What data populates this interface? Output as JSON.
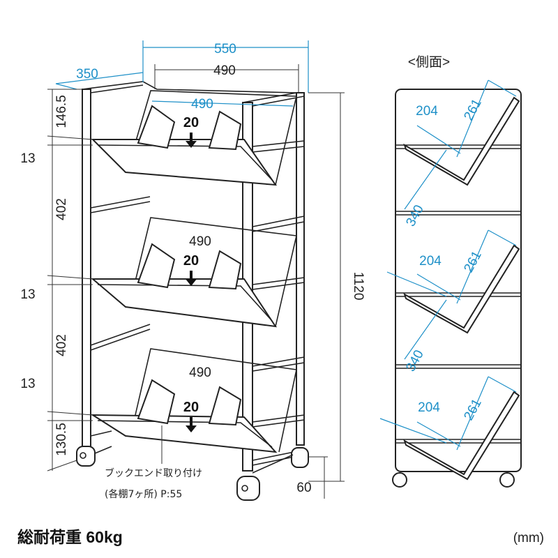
{
  "front_view": {
    "width_total": "550",
    "depth": "350",
    "inner_width_top": "490",
    "inner_width_blue": "490",
    "shelf_inner_width_2": "490",
    "shelf_inner_width_3": "490",
    "height_total": "1120",
    "height_segments": [
      "146.5",
      "13",
      "402",
      "13",
      "402",
      "13",
      "130.5"
    ],
    "divider_gap": "20",
    "caster_height": "60",
    "bookend_note_line1": "ブックエンド取り付け",
    "bookend_note_line2": "(各棚7ヶ所) P:55"
  },
  "side_view": {
    "title": "<側面>",
    "shelf_depth_labels": [
      "204",
      "204",
      "204"
    ],
    "shelf_slant_labels": [
      "261",
      "261",
      "261"
    ],
    "pitch_labels": [
      "340",
      "340"
    ]
  },
  "footer": {
    "load_capacity": "総耐荷重 60kg",
    "unit": "(mm)"
  }
}
